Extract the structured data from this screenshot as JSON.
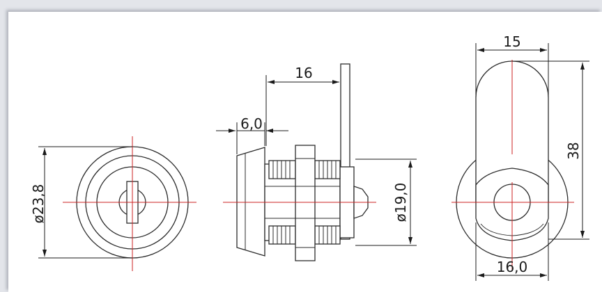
{
  "drawing": {
    "views": [
      "front-view",
      "side-view",
      "rear-view"
    ],
    "dimensions": {
      "front_diameter": "ø23,8",
      "bezel_thickness": "6,0",
      "body_length": "16",
      "thread_diameter": "ø19,0",
      "cam_width": "15",
      "cam_length": "38",
      "rear_width": "16,0"
    },
    "colors": {
      "outline": "#2b2b2b",
      "centerline": "#cc2222",
      "dimension_line": "#1a1a1a",
      "sheet": "#ffffff",
      "background": "#e3e5ea"
    }
  }
}
